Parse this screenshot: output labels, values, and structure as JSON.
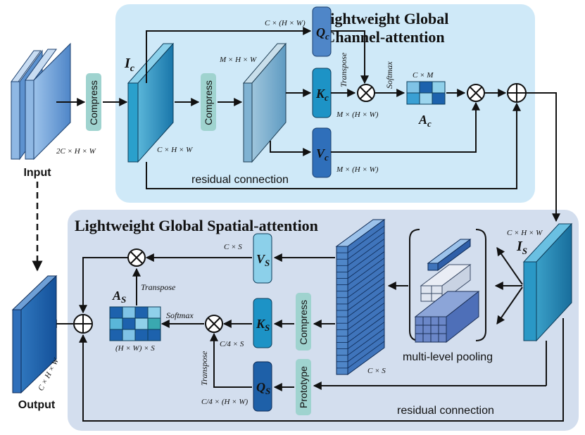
{
  "channel_module": {
    "title_line1": "Lightweight Global",
    "title_line2": "Channel-attention",
    "ic_label": "I",
    "ic_sub": "c",
    "ic_dim": "C × H × W",
    "compress_label": "Compress",
    "mid_dim": "M × H × W",
    "qc_dim": "C × (H × W)",
    "qc_label": "Q",
    "qc_sub": "c",
    "kc_label": "K",
    "kc_sub": "c",
    "kc_dim": "M × (H × W)",
    "vc_label": "V",
    "vc_sub": "c",
    "vc_dim": "M × (H × W)",
    "transpose": "Transpose",
    "softmax": "Softmax",
    "ac_dim": "C × M",
    "ac_label": "A",
    "ac_sub": "c",
    "residual": "residual connection"
  },
  "input": {
    "label": "Input",
    "dim": "2C × H × W",
    "compress_label": "Compress"
  },
  "output": {
    "label": "Output",
    "dim": "C × H × W"
  },
  "spatial_module": {
    "title": "Lightweight Global Spatial-attention",
    "is_dim": "C × H × W",
    "is_label": "I",
    "is_sub": "S",
    "vs_dim": "C × S",
    "vs_label": "V",
    "vs_sub": "S",
    "transpose_top": "Transpose",
    "as_label": "A",
    "as_sub": "S",
    "as_dim": "(H × W) × S",
    "softmax": "Softmax",
    "ks_label": "K",
    "ks_sub": "S",
    "ks_dim": "C/4 × S",
    "qs_label": "Q",
    "qs_sub": "S",
    "qs_dim": "C/4 × (H × W)",
    "transpose_left": "Transpose",
    "compress_label": "Compress",
    "prototype_label": "Prototype",
    "stack_dim": "C × S",
    "pooling_label": "multi-level pooling",
    "residual": "residual connection"
  },
  "colors": {
    "channel_panel": "#cfe9f8",
    "spatial_panel": "#d3deee",
    "feature_dark": "#1f7fb0",
    "feature_deep": "#1e60a8",
    "compress_box": "#9fd3cf",
    "q_box": "#4f86c8",
    "k_box": "#1d93c6",
    "v_box": "#2f6fba"
  }
}
